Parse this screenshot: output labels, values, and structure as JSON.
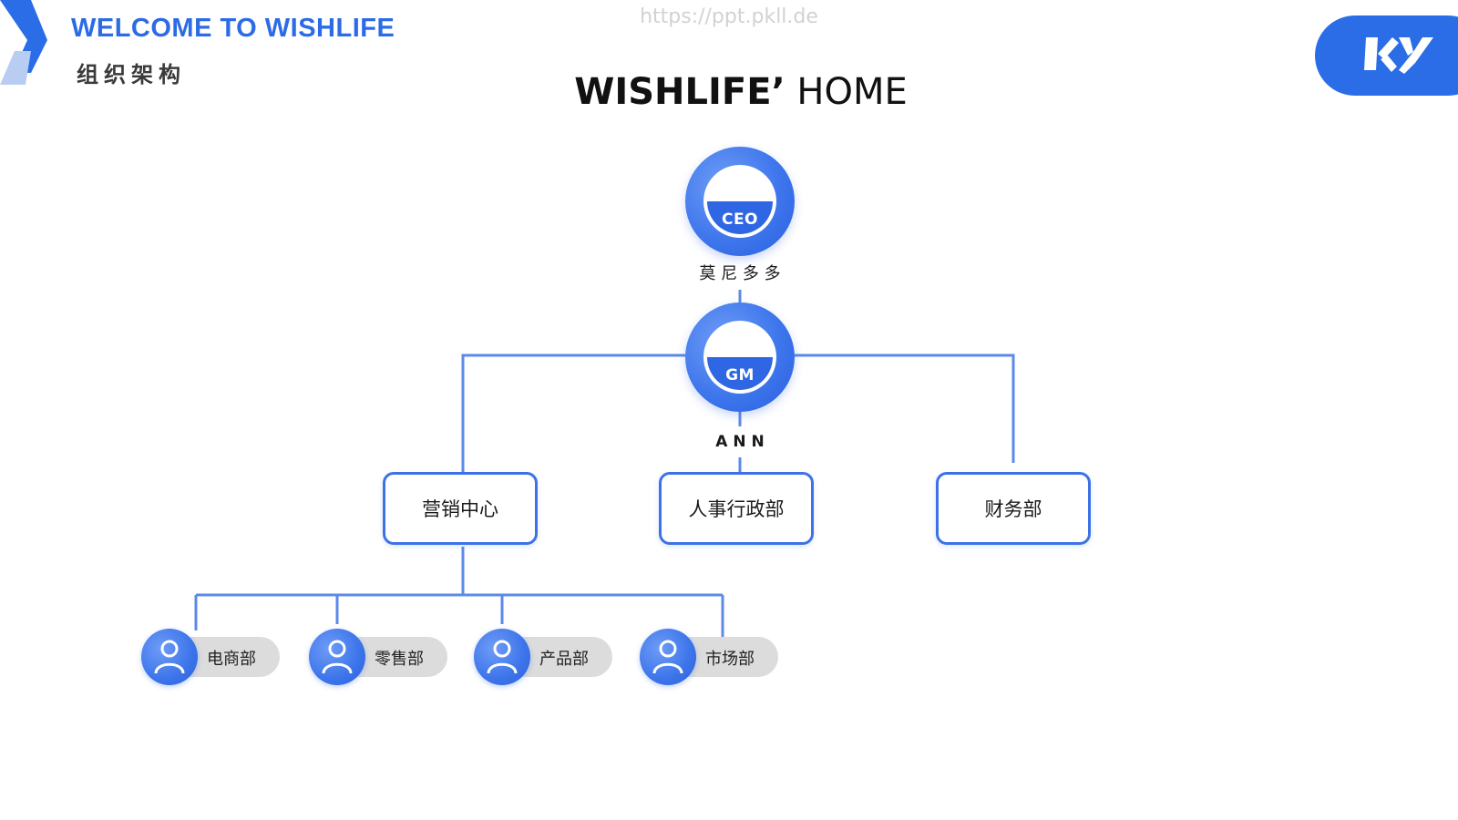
{
  "header": {
    "title": "WELCOME TO WISHLIFE",
    "subtitle": "组织架构",
    "watermark": "https://ppt.pkll.de"
  },
  "logo": {
    "icon": "ky-logo-icon"
  },
  "page_title": {
    "strong": "WISHLIFE’",
    "light": " HOME"
  },
  "org": {
    "ceo": {
      "role": "CEO",
      "name": "莫 尼 多 多"
    },
    "gm": {
      "role": "GM",
      "name": "A N N"
    },
    "departments": [
      {
        "label": "营销中心"
      },
      {
        "label": "人事行政部"
      },
      {
        "label": "财务部"
      }
    ],
    "sub_departments": [
      {
        "label": "电商部",
        "icon": "person-icon"
      },
      {
        "label": "零售部",
        "icon": "person-icon"
      },
      {
        "label": "产品部",
        "icon": "person-icon"
      },
      {
        "label": "市场部",
        "icon": "person-icon"
      }
    ]
  },
  "colors": {
    "primary": "#2c6be6",
    "connector": "#5b8ae8",
    "pill": "#dcdcdc"
  }
}
